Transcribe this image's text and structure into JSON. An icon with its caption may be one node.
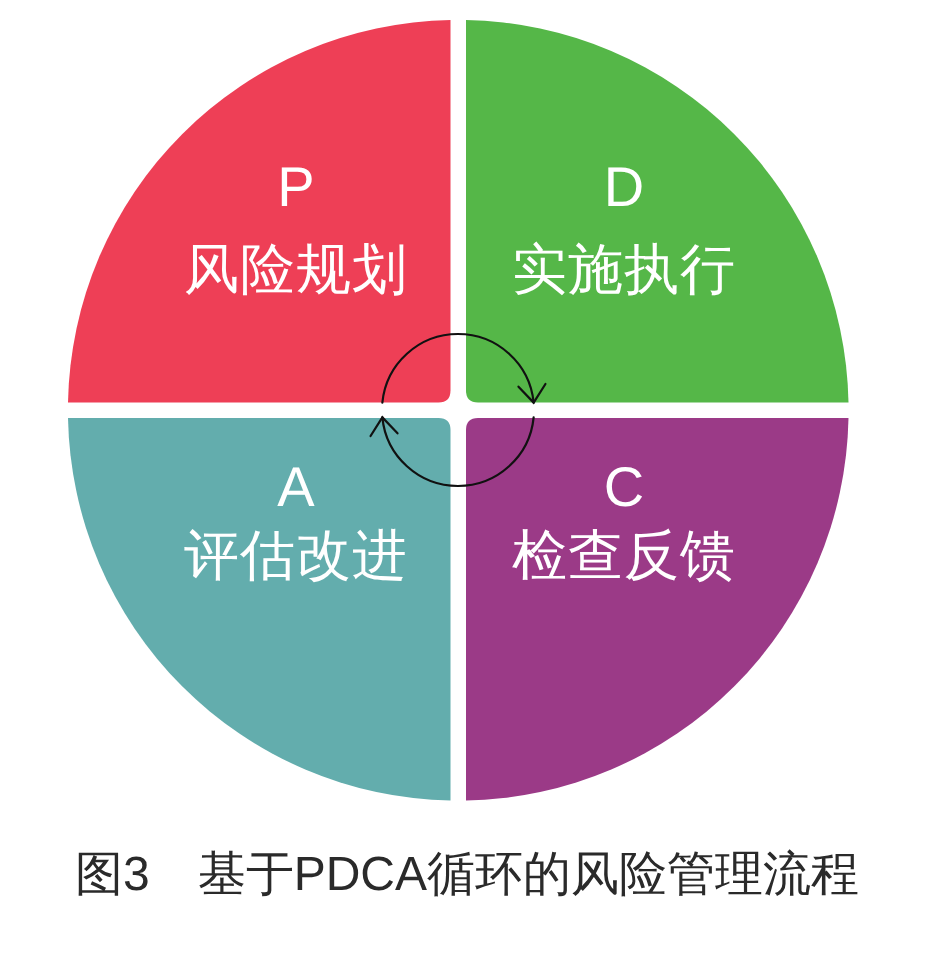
{
  "diagram": {
    "caption": "图3　基于PDCA循环的风险管理流程",
    "nodes": [
      {
        "text": [
          "P",
          "风险规划"
        ]
      },
      {
        "text": [
          "D",
          "实施执行"
        ]
      },
      {
        "text": [
          "A",
          "评估改进"
        ]
      },
      {
        "text": [
          "C",
          "检查反馈"
        ]
      }
    ],
    "edges": [
      {
        "from": 0,
        "to": 1,
        "arrow": "to"
      },
      {
        "from": 3,
        "to": 2,
        "arrow": "to"
      }
    ]
  }
}
